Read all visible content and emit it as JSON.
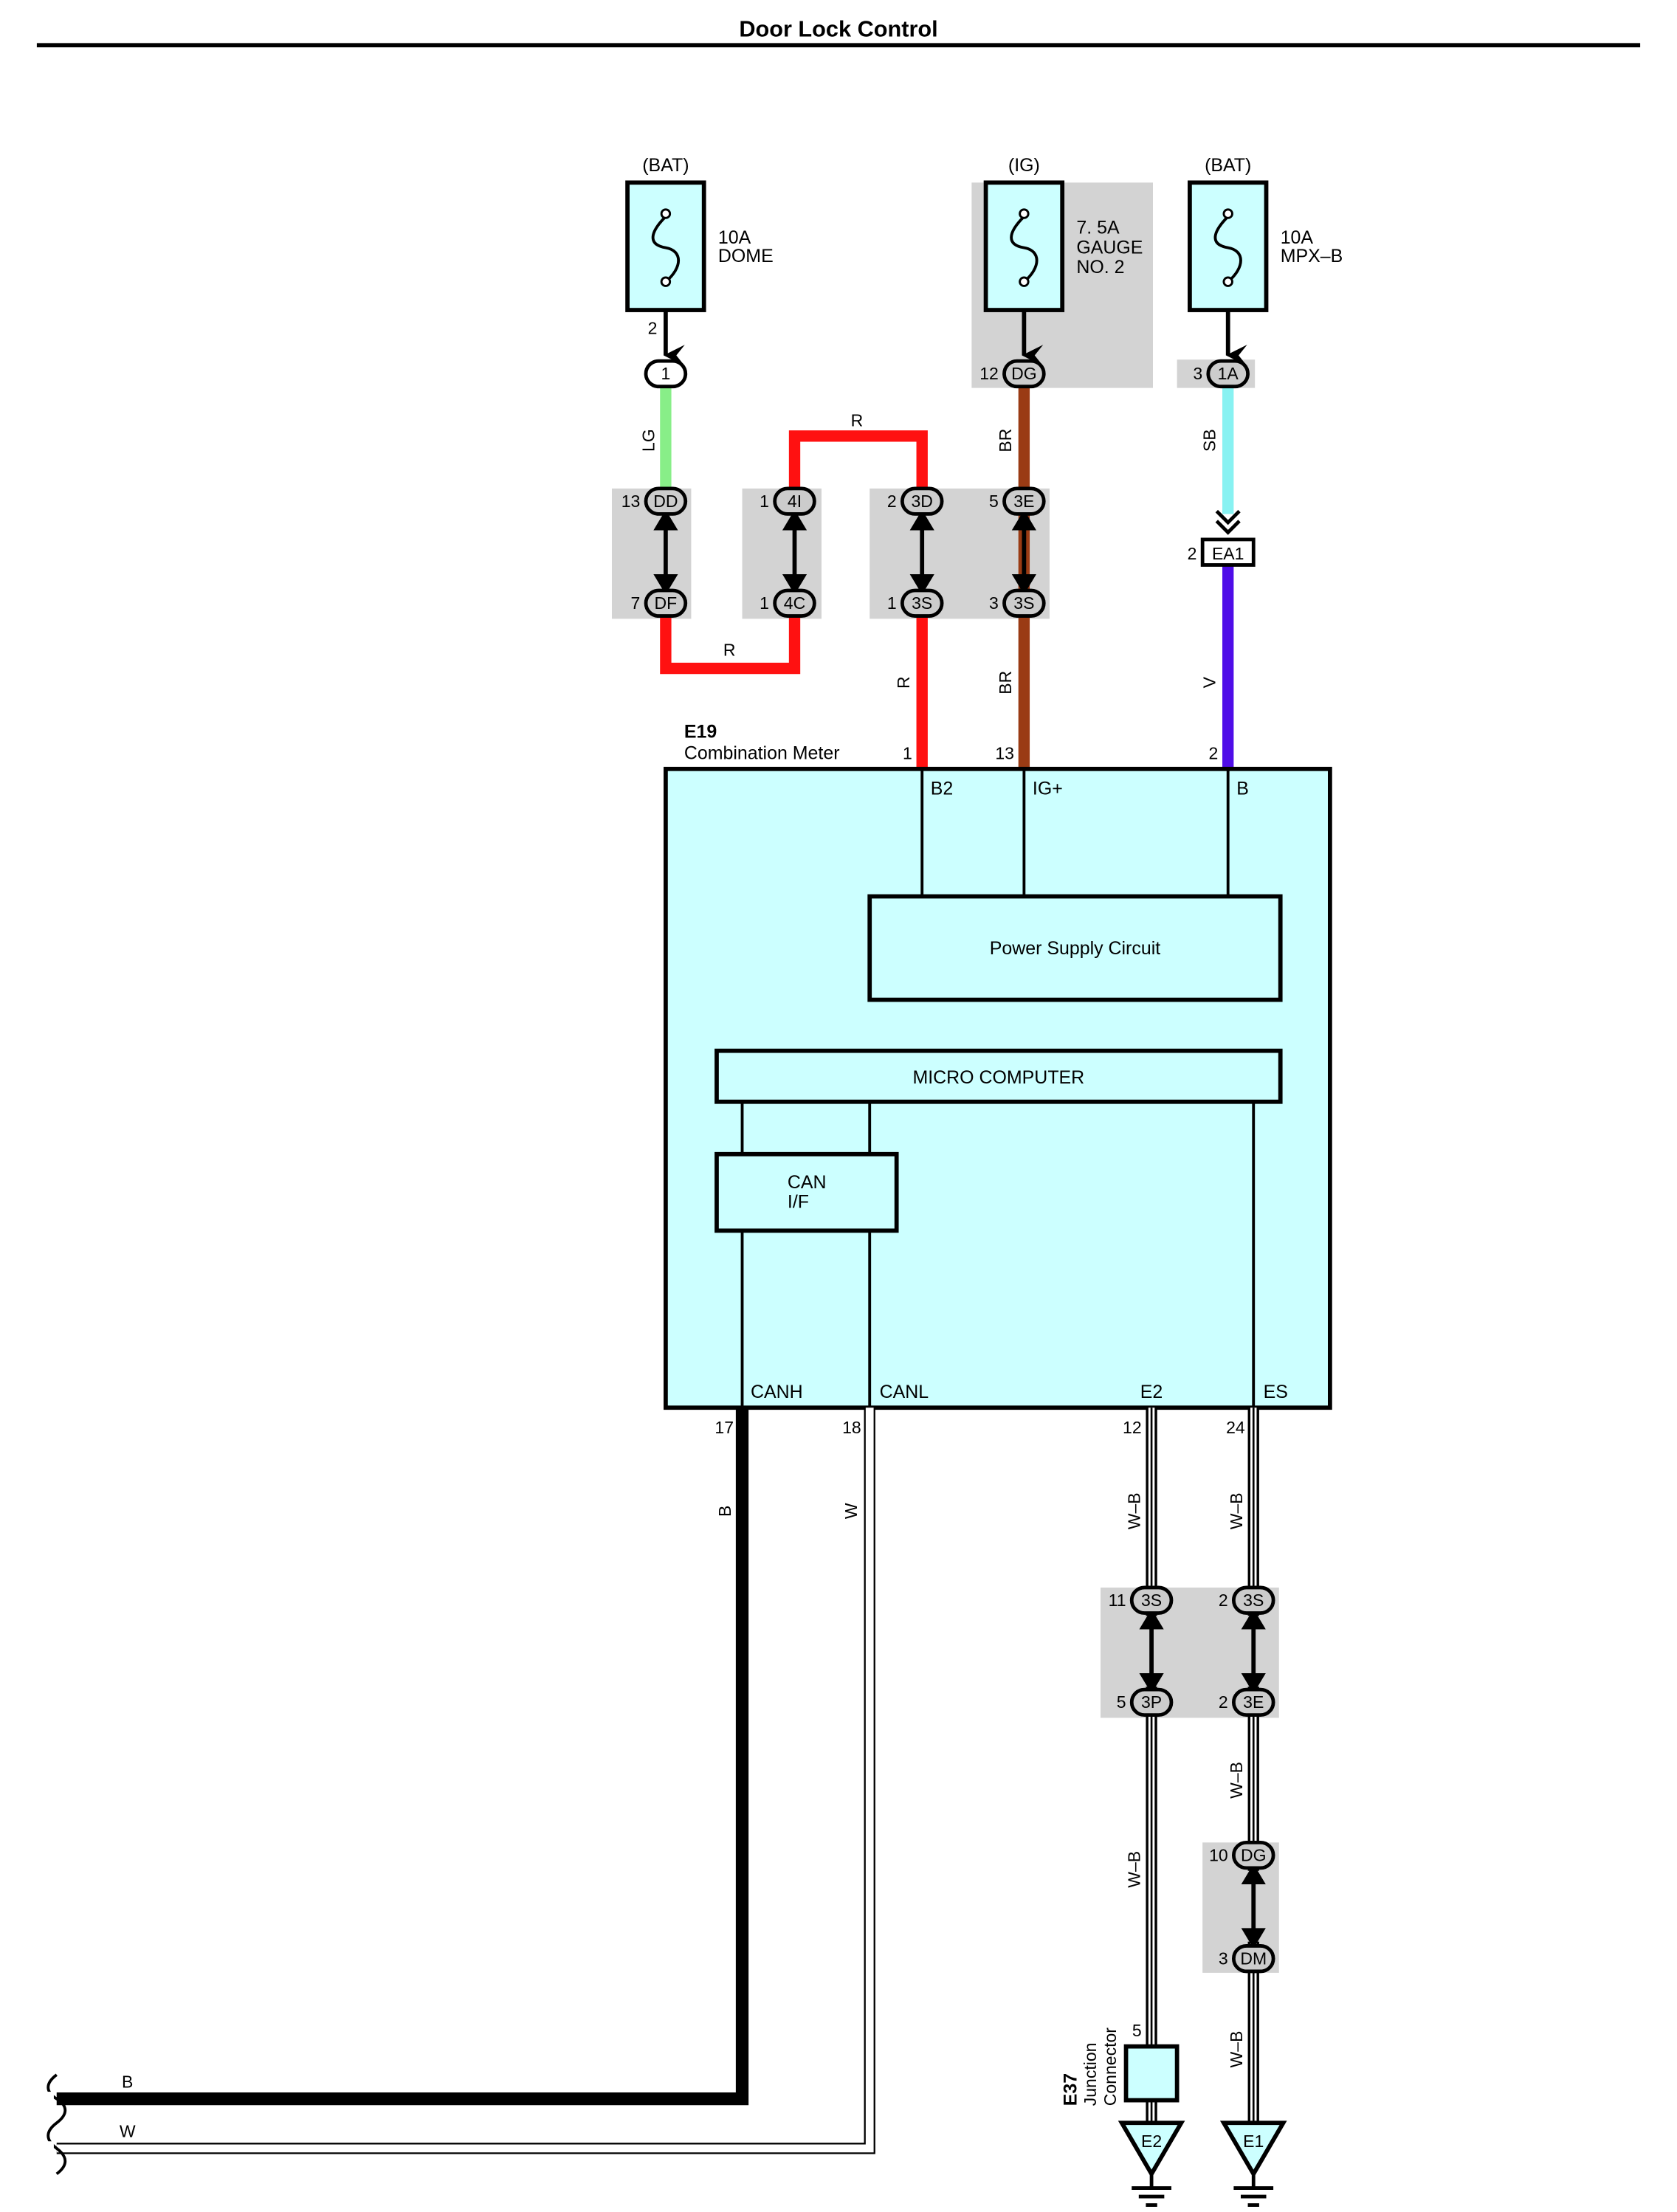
{
  "title": "Door Lock Control",
  "colors": {
    "LG": "#88ee88",
    "R": "#ff1111",
    "BR": "#9a3b14",
    "SB": "#88f2f2",
    "V": "#4f0de8",
    "B": "#000000",
    "W": "#ffffff",
    "component_fill": "#ccffff",
    "highlight": "#d3d3d3"
  },
  "fuses": [
    {
      "source": "(BAT)",
      "rating": "10A",
      "name_lines": [
        "DOME"
      ],
      "out_pin": "2"
    },
    {
      "source": "(IG)",
      "rating": "7. 5A",
      "name_lines": [
        "GAUGE",
        "NO. 2"
      ],
      "out_pin": "12"
    },
    {
      "source": "(BAT)",
      "rating": "10A",
      "name_lines": [
        "MPX–B"
      ],
      "out_pin": "3"
    }
  ],
  "connectors": {
    "fuse_dome": "1",
    "fuse_gauge": "DG",
    "fuse_mpx": "1A",
    "dd": {
      "code": "DD",
      "pin": "13"
    },
    "df": {
      "code": "DF",
      "pin": "7"
    },
    "c4i": {
      "code": "4I",
      "pin": "1"
    },
    "c4c": {
      "code": "4C",
      "pin": "1"
    },
    "c3d": {
      "code": "3D",
      "pin": "2"
    },
    "c3s_a": {
      "code": "3S",
      "pin": "1"
    },
    "c3e_a": {
      "code": "3E",
      "pin": "5"
    },
    "c3s_b": {
      "code": "3S",
      "pin": "3"
    },
    "ea1": {
      "code": "EA1",
      "pin": "2"
    },
    "c3s_c": {
      "code": "3S",
      "pin": "11"
    },
    "c3p": {
      "code": "3P",
      "pin": "5"
    },
    "c3s_d": {
      "code": "3S",
      "pin": "2"
    },
    "c3e_b": {
      "code": "3E",
      "pin": "2"
    },
    "dg2": {
      "code": "DG",
      "pin": "10"
    },
    "dm": {
      "code": "DM",
      "pin": "3"
    }
  },
  "wire_labels": {
    "lg": "LG",
    "r_top": "R",
    "r_bottom": "R",
    "r_vertical": "R",
    "br_top": "BR",
    "br_bottom": "BR",
    "sb": "SB",
    "v": "V",
    "b": "B",
    "w": "W",
    "wb_e2_upper": "W–B",
    "wb_es_upper": "W–B",
    "wb_e2_lower": "W–B",
    "wb_es_mid": "W–B",
    "wb_es_lower": "W–B",
    "b_bottom": "B",
    "w_bottom": "W"
  },
  "meter": {
    "id": "E19",
    "name": "Combination Meter",
    "pins_top": [
      {
        "num": "1",
        "label": "B2"
      },
      {
        "num": "13",
        "label": "IG+"
      },
      {
        "num": "2",
        "label": "B"
      }
    ],
    "pins_bottom": [
      {
        "num": "17",
        "label": "CANH"
      },
      {
        "num": "18",
        "label": "CANL"
      },
      {
        "num": "12",
        "label": "E2"
      },
      {
        "num": "24",
        "label": "ES"
      }
    ],
    "power_supply": "Power Supply Circuit",
    "micro": "MICRO COMPUTER",
    "can_if_lines": [
      "CAN",
      "I/F"
    ]
  },
  "junction": {
    "id": "E37",
    "name_lines": [
      "Junction",
      "Connector"
    ],
    "pin": "5"
  },
  "grounds": [
    "E2",
    "E1"
  ]
}
